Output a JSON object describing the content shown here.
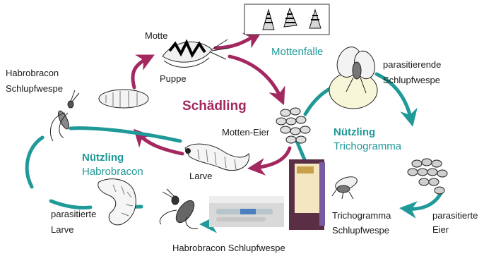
{
  "colors": {
    "cycle_pest": "#a3285f",
    "cycle_beneficial": "#1f9a98",
    "text_dark": "#1a1a1a"
  },
  "labels": {
    "motte": "Motte",
    "puppe": "Puppe",
    "mottenfalle": "Mottenfalle",
    "schaedling": "Schädling",
    "motten_eier": "Motten-Eier",
    "larve": "Larve",
    "habrobracon_line1": "Habrobracon",
    "habrobracon_line2": "Schlupfwespe",
    "nuetzling_habro_line1": "Nützling",
    "nuetzling_habro_line2": "Habrobracon",
    "parasitierte_larve_line1": "parasitierte",
    "parasitierte_larve_line2": "Larve",
    "habrobracon_schlupfwespe_bottom": "Habrobracon Schlupfwespe",
    "parasitierende_line1": "parasitierende",
    "parasitierende_line2": "Schlupfwespe",
    "nuetzling_tricho_line1": "Nützling",
    "nuetzling_tricho_line2": "Trichogramma",
    "parasitierte_eier_line1": "parasitierte",
    "parasitierte_eier_line2": "Eier",
    "tricho_schlupfwespe_line1": "Trichogramma",
    "tricho_schlupfwespe_line2": "Schlupfwespe"
  }
}
